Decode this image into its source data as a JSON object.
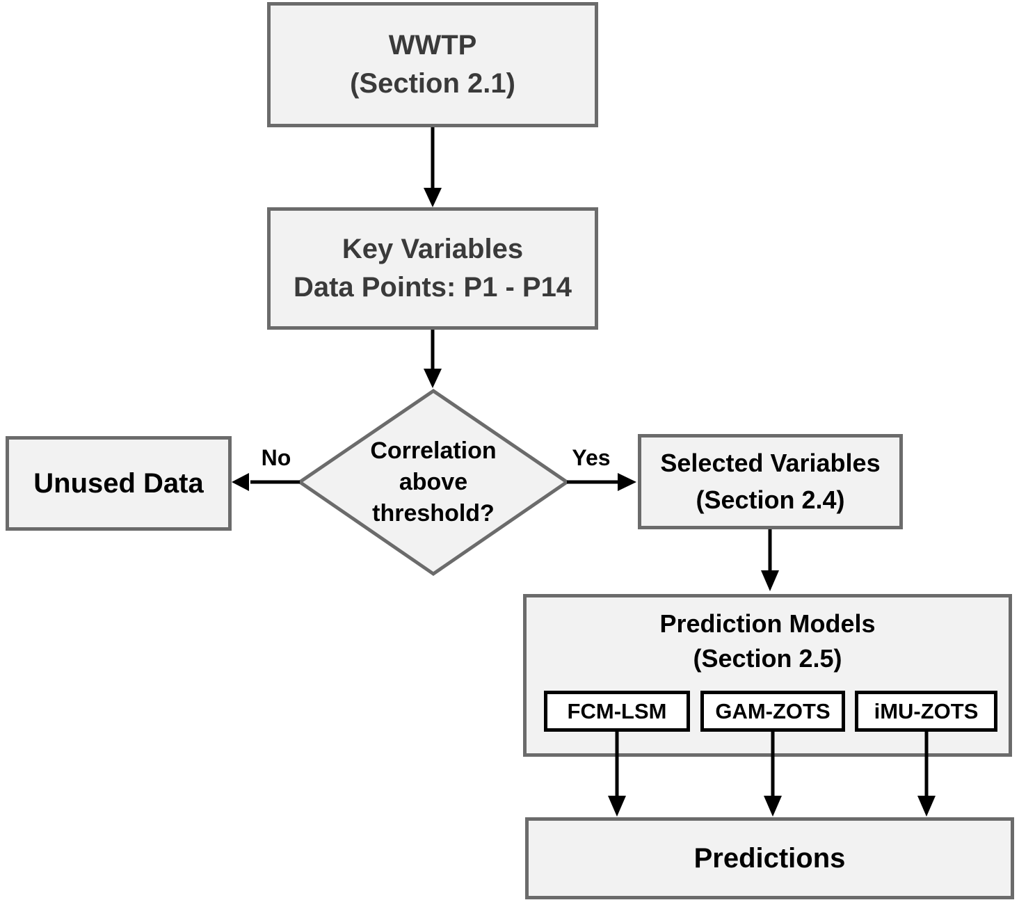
{
  "figure": {
    "colors": {
      "background": "#ffffff",
      "node_fill": "#f2f2f2",
      "node_border": "#6b6b6b",
      "model_box_fill": "#ffffff",
      "model_box_border": "#000000",
      "arrow": "#000000",
      "heading_text": "#3a3a3a",
      "text": "#000000"
    },
    "nodes": {
      "wwtp": {
        "label": "WWTP\n(Section 2.1)"
      },
      "key_variables": {
        "label": "Key Variables\nData Points: P1 - P14"
      },
      "decision": {
        "label": "Correlation\nabove\nthreshold?"
      },
      "unused_data": {
        "label": "Unused Data"
      },
      "selected_variables": {
        "label": "Selected Variables\n(Section 2.4)"
      },
      "prediction_models": {
        "label": "Prediction Models\n(Section 2.5)",
        "models": [
          "FCM-LSM",
          "GAM-ZOTS",
          "iMU-ZOTS"
        ]
      },
      "predictions": {
        "label": "Predictions"
      }
    },
    "edge_labels": {
      "no": "No",
      "yes": "Yes"
    }
  }
}
